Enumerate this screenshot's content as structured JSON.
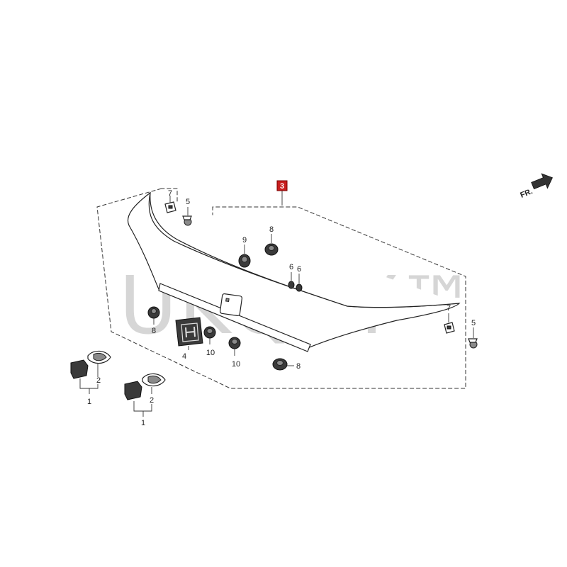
{
  "diagram": {
    "orientation_label": "FR.",
    "watermark": "UKQBY™",
    "callout_part": "3",
    "labels": {
      "fastener_7_left": "7",
      "fastener_5_left": "5",
      "fastener_9": "9",
      "fastener_8_top": "8",
      "fastener_6_a": "6",
      "fastener_6_b": "6",
      "fastener_8_left": "8",
      "emblem_4": "4",
      "fastener_10_a": "10",
      "fastener_10_b": "10",
      "fastener_8_bottom": "8",
      "fastener_7_right": "7",
      "fastener_5_right": "5",
      "clip_2_left": "2",
      "clip_1_left": "1",
      "clip_2_right": "2",
      "clip_1_right": "1"
    }
  }
}
